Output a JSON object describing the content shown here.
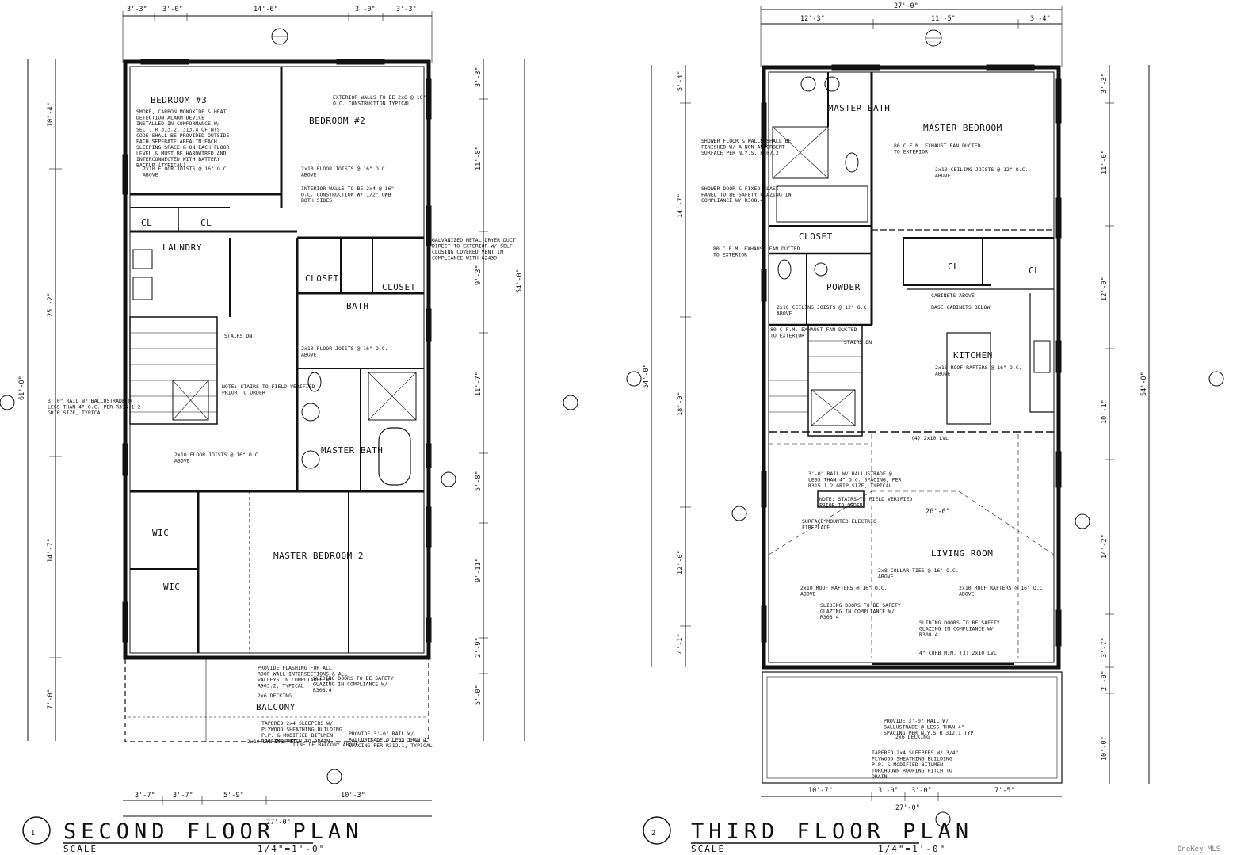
{
  "second_floor": {
    "plan_number": "1",
    "title": "SECOND FLOOR PLAN",
    "scale_label": "SCALE",
    "scale_value": "1/4\"=1'-0\"",
    "overall_width": "27'-0\"",
    "overall_depth": "61'-0\"",
    "overall_depth_right": "54'-0\"",
    "top_dims": [
      "3'-3\"",
      "3'-0\"",
      "14'-6\"",
      "3'-0\"",
      "3'-3\""
    ],
    "bottom_dims": [
      "3'-7\"",
      "3'-7\"",
      "5'-9\"",
      "10'-3\""
    ],
    "left_dims": [
      "10'-4\"",
      "25'-2\"",
      "14'-7\"",
      "7'-0\""
    ],
    "right_dims": [
      "3'-3\"",
      "11'-8\"",
      "9'-3\"",
      "11'-7\"",
      "5'-8\"",
      "9'-11\"",
      "2'-9\"",
      "5'-0\""
    ],
    "rooms": {
      "bedroom3": "BEDROOM #3",
      "bedroom2": "BEDROOM #2",
      "laundry": "LAUNDRY",
      "closet_a": "CLOSET",
      "closet_b": "CLOSET",
      "bath": "BATH",
      "master_bath": "MASTER BATH",
      "master_bedroom": "MASTER BEDROOM 2",
      "wic_a": "WIC",
      "wic_b": "WIC",
      "cl_a": "CL",
      "cl_b": "CL",
      "balcony": "BALCONY",
      "stairs": "STAIRS DN"
    },
    "notes": {
      "smoke": "SMOKE, CARBON MONOXIDE & HEAT DETECTION ALARM DEVICE INSTALLED IN CONFORMANCE W/ SECT. R 313.2, 313.4 OF NYS CODE SHALL BE PROVIDED OUTSIDE EACH SEPERATE AREA IN EACH SLEEPING SPACE & ON EACH FLOOR LEVEL & MUST BE HARDWIRED AND INTERCONNECTED WITH BATTERY BACKUP (TYPICAL)",
      "exterior_walls": "EXTERIOR WALLS TO BE 2x6 @ 16\" O.C. CONSTRUCTION TYPICAL",
      "interior_walls": "INTERIOR WALLS TO BE 2x4 @ 16\" O.C. CONSTRUCTION W/ 1/2\" GWB BOTH SIDES",
      "dryer": "GALVANIZED METAL DRYER DUCT DIRECT TO EXTERIOR W/ SELF CLOSING COVERED VENT IN COMPLIANCE WITH G2439",
      "rail": "3'-0\" RAIL W/ BALLUSTRADE @ LESS THAN 4\" O.C. PER R315.1.2 GRIP SIZE, TYPICAL",
      "stairs_field": "NOTE: STAIRS TO FIELD VERIFIED PRIOR TO ORDER",
      "floor_joists": "2x10 FLOOR JOISTS @ 16\" O.C. ABOVE",
      "flashing": "PROVIDE FLASHING FOR ALL ROOF-WALL INTERSECTIONS & ALL VALLEYS IN COMPLIANCE W/ R903.2, TYPICAL",
      "sliding": "SLIDING DOORS TO BE SAFETY GLAZING IN COMPLIANCE W/ R308.4",
      "decking": "2x6 DECKING",
      "sleepers": "TAPERED 2x4 SLEEPERS W/ PLYWOOD SHEATHING BUILDING P.P. & MODIFIED BITUMEN ROOFING PITCH TO DRAIN",
      "balcony_rail": "PROVIDE 3'-0\" RAIL W/ BALLUSTRADE @ LESS THAN 4\" SPACING PER R312.1, TYPICAL",
      "dropped": "2x10 LVL DROPPED",
      "balcony_line": "LINE OF BALCONY ABOVE"
    }
  },
  "third_floor": {
    "plan_number": "2",
    "title": "THIRD FLOOR PLAN",
    "scale_label": "SCALE",
    "scale_value": "1/4\"=1'-0\"",
    "overall_width": "27'-0\"",
    "overall_depth": "54'-0\"",
    "top_dims": [
      "12'-3\"",
      "11'-5\"",
      "3'-4\""
    ],
    "bottom_dims": [
      "10'-7\"",
      "3'-0\"",
      "3'-0\"",
      "7'-5\""
    ],
    "left_dims": [
      "5'-4\"",
      "14'-7\"",
      "18'-0\"",
      "12'-0\"",
      "4'-1\""
    ],
    "right_dims": [
      "3'-3\"",
      "11'-0\"",
      "12'-0\"",
      "10'-1\"",
      "14'-2\"",
      "3'-7\"",
      "2'-0\"",
      "10'-0\""
    ],
    "rooms": {
      "master_bath": "MASTER BATH",
      "master_bedroom": "MASTER BEDROOM",
      "closet": "CLOSET",
      "powder": "POWDER",
      "kitchen": "KITCHEN",
      "living_room": "LIVING ROOM",
      "cl_a": "CL",
      "cl_b": "CL",
      "stairs": "STAIRS DN"
    },
    "notes": {
      "exhaust": "80 C.F.M. EXHAUST FAN DUCTED TO EXTERIOR",
      "shower": "SHOWER FLOOR & WALLS SHALL BE FINISHED W/ A NON ABSORBENT SURFACE PER N.Y.S. R307.2",
      "shower_door": "SHOWER DOOR & FIXED GLASS PANEL TO BE SAFETY GLAZING IN COMPLIANCE W/ R308.4",
      "ceiling_joists": "2x10 CEILING JOISTS @ 12\" O.C. ABOVE",
      "roof_rafters": "2x10 ROOF RAFTERS @ 16\" O.C. ABOVE",
      "collar": "2x8 COLLAR TIES @ 16\" O.C. ABOVE",
      "cabinets": "CABINETS ABOVE",
      "base_cabinets": "BASE CABINETS BELOW",
      "fireplace": "SURFACE MOUNTED ELECTRIC FIREPLACE",
      "rail": "3'-0\" RAIL W/ BALLUSTRADE @ LESS THAN 4\" O.C. SPACING, PER R315.1.2 GRIP SIZE, TYPICAL",
      "stairs_field": "NOTE: STAIRS TO FIELD VERIFIED PRIOR TO ORDER",
      "sliding": "SLIDING DOORS TO BE SAFETY GLAZING IN COMPLIANCE W/ R308.4",
      "curb": "4\" CURB MIN. (3) 2x10 LVL",
      "roof_rail": "PROVIDE 3'-0\" RAIL W/ BALLUSTRADE @ LESS THAN 4\" SPACING PER N.Y.S R 312.1 TYP.",
      "decking": "2x6 DECKING",
      "sleepers": "TAPERED 2x4 SLEEPERS W/ 3/4\" PLYWOOD SHEATHING BUILDING P.P. & MODIFIED BITUMEN TORCHDOWN ROOFING PITCH TO DRAIN",
      "lvl_beam": "(4) 2x10 LVL",
      "span": "26'-0\""
    }
  },
  "watermark": "OneKey MLS"
}
